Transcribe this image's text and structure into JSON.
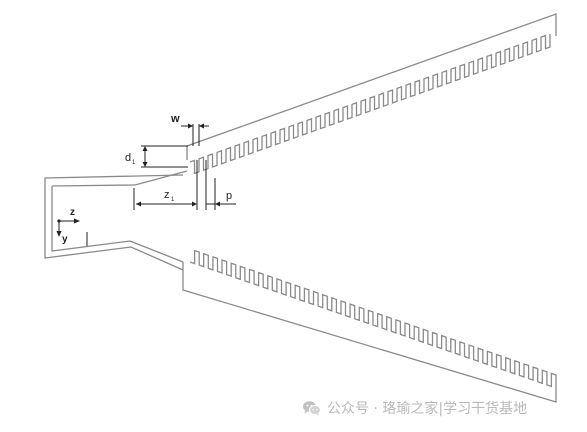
{
  "labels": {
    "w": "w",
    "d": "d",
    "d_sub": "1",
    "z": "z",
    "z_sub": "1",
    "p": "p",
    "axis_z": "z",
    "axis_y": "y"
  },
  "watermark": {
    "icon": "wechat-icon",
    "text": "公众号 · 珞瑜之家|学习干货基地"
  },
  "colors": {
    "outline": "#8a8a8a",
    "dimension": "#222222",
    "watermark": "#b9b9b9"
  }
}
